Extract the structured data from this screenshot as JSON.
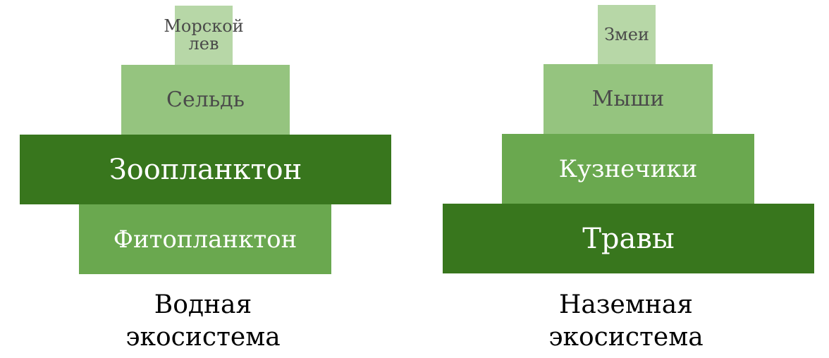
{
  "colors": {
    "pale_green": "#b7d7a7",
    "light_green": "#95c47f",
    "medium_green": "#6aa84f",
    "dark_green": "#38761d",
    "dark_label": "#4a4a4a",
    "light_label": "#ffffff"
  },
  "aquatic": {
    "levels": [
      {
        "label": "Морской\nлев"
      },
      {
        "label": "Сельдь"
      },
      {
        "label": "Зоопланктон"
      },
      {
        "label": "Фитопланктон"
      }
    ],
    "caption_line1": "Водная",
    "caption_line2": "экосистема"
  },
  "terrestrial": {
    "levels": [
      {
        "label": "Змеи"
      },
      {
        "label": "Мыши"
      },
      {
        "label": "Кузнечики"
      },
      {
        "label": "Травы"
      }
    ],
    "caption_line1": "Наземная",
    "caption_line2": "экосистема"
  }
}
